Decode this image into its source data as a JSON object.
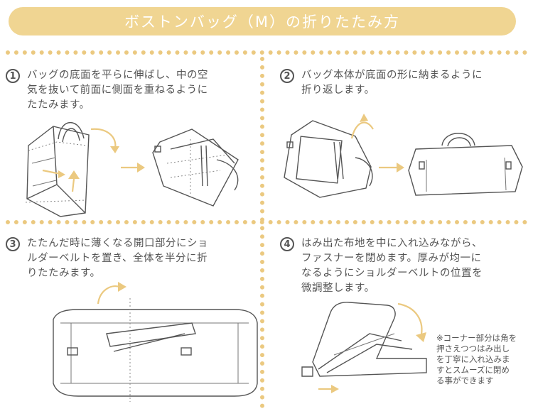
{
  "title": "ボストンバッグ（M）の折りたたみ方",
  "steps": [
    {
      "number": "1",
      "text": "バッグの底面を平らに伸ばし、中の空\n気を抜いて前面に側面を重ねるように\nたたみます。"
    },
    {
      "number": "2",
      "text": "バッグ本体が底面の形に納まるように\n折り返します。"
    },
    {
      "number": "3",
      "text": "たたんだ時に薄くなる開口部分にショ\nルダーベルトを置き、全体を半分に折\nりたたみます。"
    },
    {
      "number": "4",
      "text": "はみ出た布地を中に入れ込みながら、\nファスナーを閉めます。厚みが均一に\nなるようにショルダーベルトの位置を\n微調整します。"
    }
  ],
  "note": "※コーナー部分は角を\n押さえつつはみ出し\nを丁寧に入れ込みま\nすとスムーズに閉め\nる事ができます",
  "colors": {
    "accent": "#F0D592",
    "line": "#555555",
    "arrow": "#EBC980"
  }
}
